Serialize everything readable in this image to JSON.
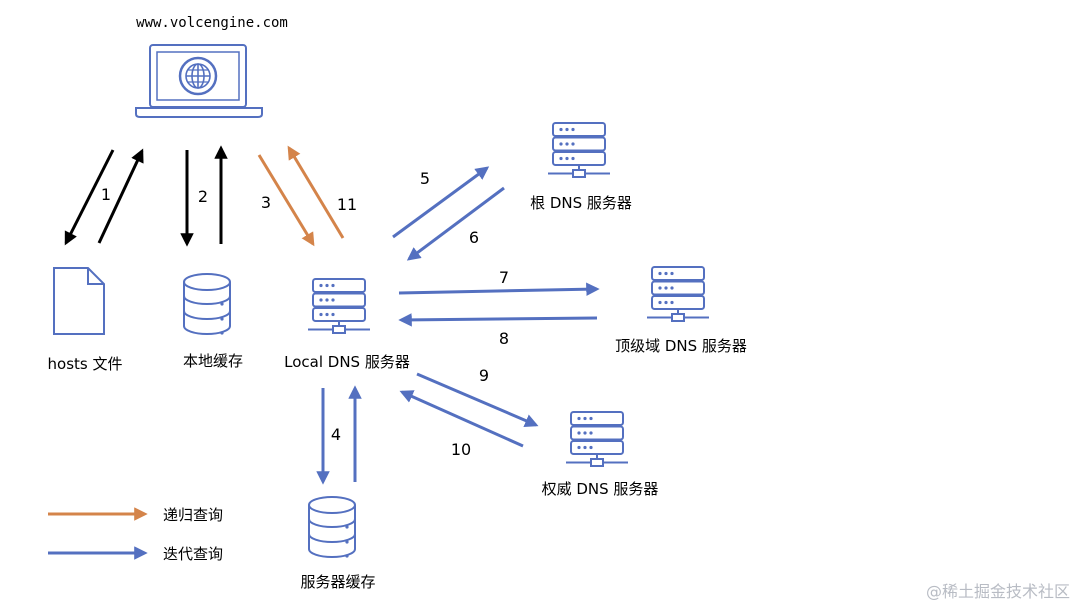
{
  "colors": {
    "blue": "#5470c0",
    "orange": "#d4844a",
    "black": "#000000",
    "watermark": "#b8bcc4"
  },
  "labels": {
    "domain": "www.volcengine.com",
    "hosts": "hosts 文件",
    "local_cache": "本地缓存",
    "local_dns": "Local DNS 服务器",
    "root_dns": "根 DNS 服务器",
    "tld_dns": "顶级域 DNS 服务器",
    "auth_dns": "权威 DNS 服务器",
    "server_cache": "服务器缓存"
  },
  "steps": {
    "s1": "1",
    "s2": "2",
    "s3": "3",
    "s4": "4",
    "s5": "5",
    "s6": "6",
    "s7": "7",
    "s8": "8",
    "s9": "9",
    "s10": "10",
    "s11": "11"
  },
  "legend": {
    "recursive": "递归查询",
    "iterative": "迭代查询"
  },
  "watermark": "@稀土掘金技术社区",
  "icons": {
    "computer": "laptop-globe-icon",
    "file": "document-icon",
    "database": "database-icon",
    "server": "server-icon"
  }
}
